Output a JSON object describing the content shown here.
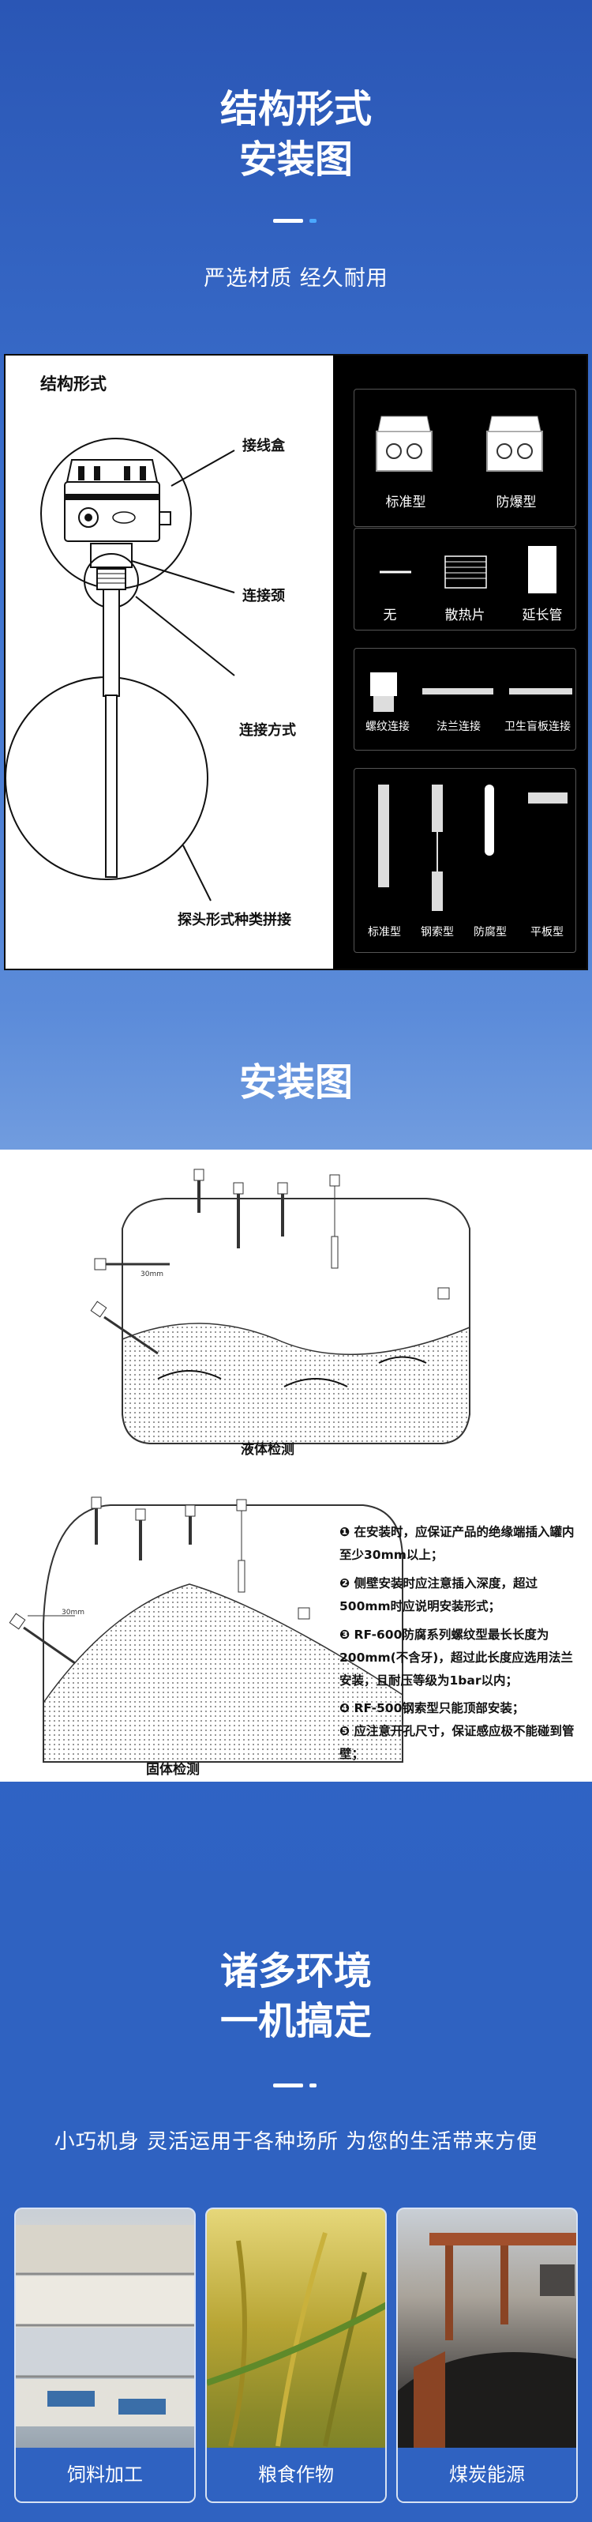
{
  "section1": {
    "title_line1": "结构形式",
    "title_line2": "安装图",
    "subtitle": "严选材质 经久耐用"
  },
  "structure": {
    "heading": "结构形式",
    "labels": [
      "接线盒",
      "连接颈",
      "连接方式",
      "探头形式种类拼接"
    ],
    "housing": [
      "标准型",
      "防爆型"
    ],
    "neck": [
      "无",
      "散热片",
      "延长管"
    ],
    "connection": [
      "螺纹连接",
      "法兰连接",
      "卫生盲板连接"
    ],
    "probe": [
      "标准型",
      "钢索型",
      "防腐型",
      "平板型"
    ]
  },
  "section2": {
    "title": "安装图"
  },
  "install": {
    "liquid_caption": "液体检测",
    "solid_caption": "固体检测",
    "dim_label": "30mm",
    "notes": [
      "❶ 在安装时，应保证产品的绝缘端插入罐内至少30mm以上；",
      "❷ 侧壁安装时应注意插入深度，超过500mm时应说明安装形式；",
      "❸ RF-600防腐系列螺纹型最长长度为200mm(不含牙)，超过此长度应选用法兰安装，且耐压等级为1bar以内；",
      "❹ RF-500钢索型只能顶部安装；",
      "❺ 应注意开孔尺寸，保证感应极不能碰到管壁；"
    ]
  },
  "section3": {
    "title_line1": "诸多环境",
    "title_line2": "一机搞定",
    "subtitle": "小巧机身 灵活运用于各种场所 为您的生活带来方便"
  },
  "cards": [
    "饲料加工",
    "粮食作物",
    "煤炭能源"
  ],
  "colors": {
    "primary": "#2f62c1",
    "accent": "#4aa8ff",
    "panel_dark": "#000000"
  }
}
